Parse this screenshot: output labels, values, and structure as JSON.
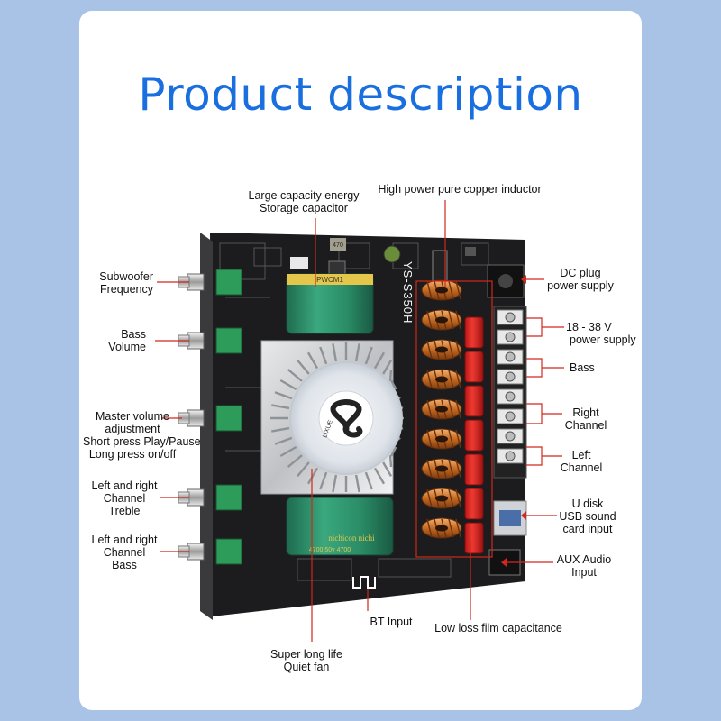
{
  "title": "Product description",
  "board": {
    "model": "YS-S350H",
    "capacitor_top_text": "PWCM1",
    "capacitor_bottom_text": "nichicon  nichi",
    "capacitor_bottom_rating": "4700  50v  4700",
    "fan_brand": "LIXUE",
    "small_cap_text": "470"
  },
  "colors": {
    "accent": "#1a6fe0",
    "leader": "#d0281c",
    "background": "#a9c3e6",
    "card": "#ffffff",
    "board": "#1c1c1e"
  },
  "labels": {
    "subwoofer": [
      "Subwoofer",
      "Frequency"
    ],
    "bass_volume": [
      "Bass",
      "Volume"
    ],
    "master_volume": [
      "Master volume",
      "adjustment",
      "Short press Play/Pause",
      "Long press on/off"
    ],
    "treble": [
      "Left and right",
      "Channel",
      "Treble"
    ],
    "lr_bass": [
      "Left and right",
      "Channel",
      "Bass"
    ],
    "capacitor": [
      "Large capacity energy",
      "Storage capacitor"
    ],
    "inductor": [
      "High power pure copper inductor"
    ],
    "dc_plug": [
      "DC plug",
      "power supply"
    ],
    "voltage": [
      "18 - 38 V",
      "power supply"
    ],
    "bass_out": [
      "Bass"
    ],
    "right_channel": [
      "Right",
      "Channel"
    ],
    "left_channel": [
      "Left",
      "Channel"
    ],
    "udisk": [
      "U disk",
      "USB sound",
      "card input"
    ],
    "aux": [
      "AUX Audio",
      "Input"
    ],
    "bt": [
      "BT Input"
    ],
    "film_cap": [
      "Low loss film capacitance"
    ],
    "fan": [
      "Super long life",
      "Quiet fan"
    ]
  }
}
